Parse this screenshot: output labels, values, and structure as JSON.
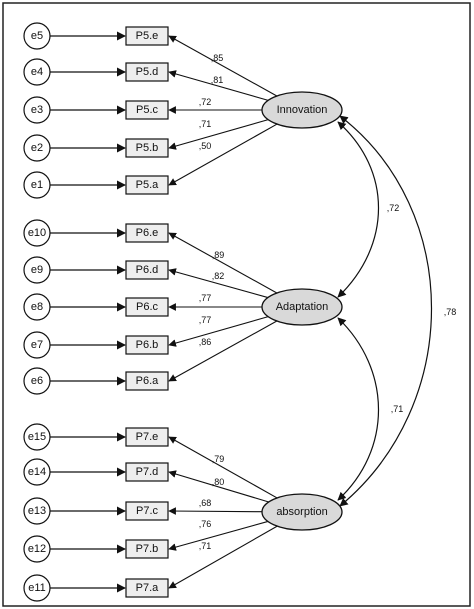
{
  "colors": {
    "line": "#111111",
    "indicator_fill": "#eeeeee",
    "latent_fill": "#d9d9d9",
    "error_fill": "#ffffff"
  },
  "latents": [
    {
      "id": "innovation",
      "name": "Innovation",
      "items": [
        {
          "error": "e5",
          "indicator": "P5.e",
          "loading": ",85"
        },
        {
          "error": "e4",
          "indicator": "P5.d",
          "loading": ",81"
        },
        {
          "error": "e3",
          "indicator": "P5.c",
          "loading": ",72"
        },
        {
          "error": "e2",
          "indicator": "P5.b",
          "loading": ",71"
        },
        {
          "error": "e1",
          "indicator": "P5.a",
          "loading": ",50"
        }
      ]
    },
    {
      "id": "adaptation",
      "name": "Adaptation",
      "items": [
        {
          "error": "e10",
          "indicator": "P6.e",
          "loading": ",89"
        },
        {
          "error": "e9",
          "indicator": "P6.d",
          "loading": ",82"
        },
        {
          "error": "e8",
          "indicator": "P6.c",
          "loading": ",77"
        },
        {
          "error": "e7",
          "indicator": "P6.b",
          "loading": ",77"
        },
        {
          "error": "e6",
          "indicator": "P6.a",
          "loading": ",86"
        }
      ]
    },
    {
      "id": "absorption",
      "name": "absorption",
      "items": [
        {
          "error": "e15",
          "indicator": "P7.e",
          "loading": ",79"
        },
        {
          "error": "e14",
          "indicator": "P7.d",
          "loading": ",80"
        },
        {
          "error": "e13",
          "indicator": "P7.c",
          "loading": ",68"
        },
        {
          "error": "e12",
          "indicator": "P7.b",
          "loading": ",76"
        },
        {
          "error": "e11",
          "indicator": "P7.a",
          "loading": ",71"
        }
      ]
    }
  ],
  "correlations": [
    {
      "from": "innovation",
      "to": "adaptation",
      "value": ",72"
    },
    {
      "from": "adaptation",
      "to": "absorption",
      "value": ",71"
    },
    {
      "from": "innovation",
      "to": "absorption",
      "value": ",78"
    }
  ]
}
